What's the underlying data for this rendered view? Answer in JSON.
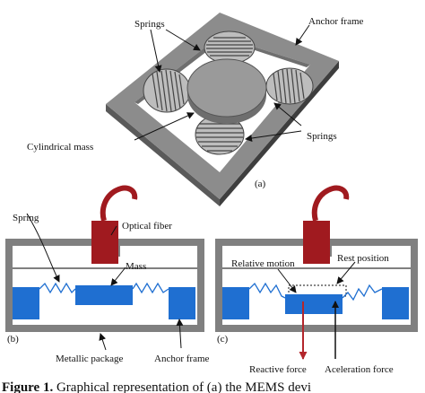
{
  "labels": {
    "springs_top": "Springs",
    "anchor_frame_top": "Anchor frame",
    "cylindrical_mass": "Cylindrical mass",
    "springs_right": "Springs",
    "panel_a": "(a)",
    "spring_b": "Spring",
    "optical_fiber": "Optical fiber",
    "mass_b": "Mass",
    "panel_b": "(b)",
    "metallic_package": "Metallic package",
    "anchor_frame_b": "Anchor frame",
    "relative_motion": "Relative motion",
    "rest_position": "Rest position",
    "panel_c": "(c)",
    "reactive_force": "Reactive force",
    "acceleration_force": "Aceleration force"
  },
  "caption": {
    "prefix": "Figure 1.",
    "text": " Graphical representation of (a) the MEMS devi"
  },
  "colors": {
    "frame_gray": "#8a8a8a",
    "package_gray": "#7f7f7f",
    "fiber_red": "#a01a1f",
    "mass_blue": "#1f6fd1",
    "arrow_red": "#b3262b"
  }
}
